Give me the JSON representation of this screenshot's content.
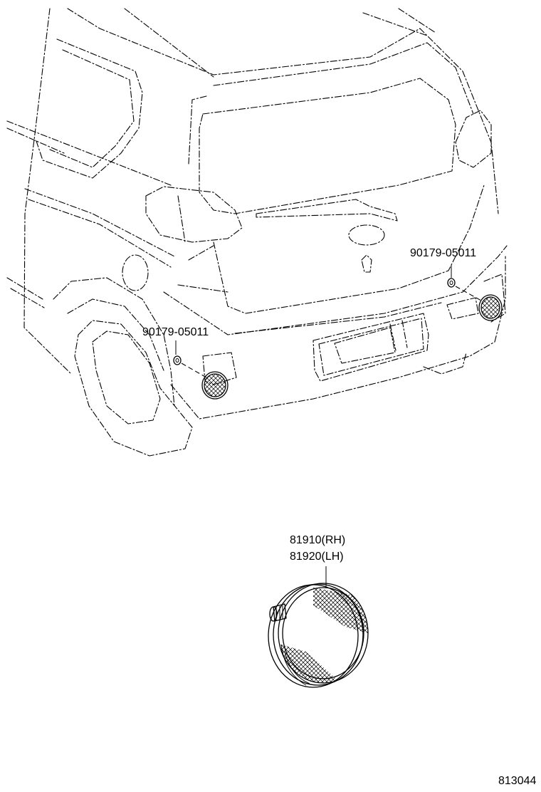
{
  "callouts": {
    "bolt_right": "90179-05011",
    "bolt_left": "90179-05011",
    "reflector_rh": "81910(RH)",
    "reflector_lh": "81920(LH)"
  },
  "figure_code": "813044"
}
